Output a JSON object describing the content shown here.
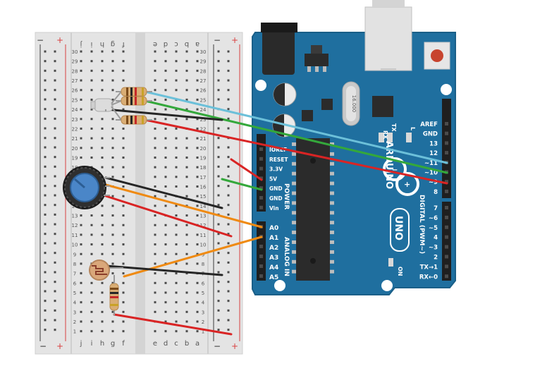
{
  "breadboard": {
    "rail_minus": "−",
    "rail_plus": "+",
    "left_letters": [
      "j",
      "i",
      "h",
      "g",
      "f"
    ],
    "right_letters": [
      "e",
      "d",
      "c",
      "b",
      "a"
    ],
    "row_numbers": [
      "30",
      "29",
      "28",
      "27",
      "26",
      "25",
      "24",
      "23",
      "22",
      "21",
      "20",
      "19",
      "18",
      "17",
      "16",
      "15",
      "14",
      "13",
      "12",
      "11",
      "10",
      "9",
      "8",
      "7",
      "6",
      "5",
      "4",
      "3",
      "2",
      "1"
    ]
  },
  "arduino": {
    "brand": "ARDUINO",
    "model": "UNO",
    "on_label": "ON",
    "tx_label": "TX",
    "rx_label": "RX",
    "l_label": "L",
    "crystal_label": "16.000",
    "power_section": "POWER",
    "analog_section": "ANALOG IN",
    "digital_section": "DIGITAL (PWM~)",
    "power_pins": [
      "IOREF",
      "RESET",
      "3.3V",
      "5V",
      "GND",
      "GND",
      "Vin"
    ],
    "analog_pins": [
      "A0",
      "A1",
      "A2",
      "A3",
      "A4",
      "A5"
    ],
    "digital_pins": [
      "AREF",
      "GND",
      "13",
      "12",
      "~11",
      "~10",
      "~9",
      "8",
      "7",
      "~6",
      "~5",
      "4",
      "~3",
      "2",
      "TX→1",
      "RX←0"
    ]
  },
  "colors": {
    "board_blue": "#1f6f9f",
    "wire_blue": "#6cc0d9",
    "wire_green": "#34a83b",
    "wire_red": "#d92424",
    "wire_black": "#262626",
    "wire_orange": "#ef8a12",
    "pot_blue": "#4a86c8"
  },
  "icons": [
    "potentiometer-icon",
    "photoresistor-icon",
    "resistor-icon",
    "led-icon",
    "usb-connector-icon",
    "barrel-jack-icon",
    "reset-button-icon"
  ]
}
